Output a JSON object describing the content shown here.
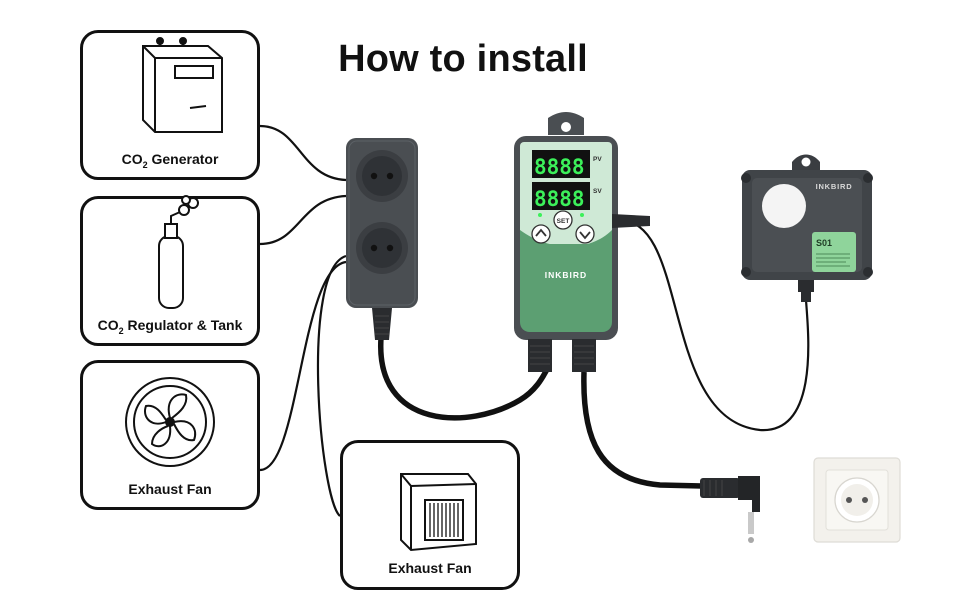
{
  "title": "How to install",
  "devices": [
    {
      "label_prefix": "CO",
      "label_sub": "2",
      "label_suffix": " Generator"
    },
    {
      "label_prefix": "CO",
      "label_sub": "2",
      "label_suffix": " Regulator & Tank"
    },
    {
      "label_prefix": "Exhaust Fan",
      "label_sub": "",
      "label_suffix": ""
    },
    {
      "label_prefix": "Exhaust Fan",
      "label_sub": "",
      "label_suffix": ""
    }
  ],
  "controller": {
    "pv_display": "8888",
    "sv_display": "8888",
    "pv_tag": "PV",
    "sv_tag": "SV",
    "set_button": "SET",
    "brand": "INKBIRD"
  },
  "sensor": {
    "brand": "INKBIRD",
    "model": "S01"
  },
  "colors": {
    "controller_green": "#5c9f72",
    "controller_light": "#cfe9d6",
    "lcd_green": "#3cf05a",
    "case_dark": "#4a4e52",
    "sensor_label": "#8fd49b"
  }
}
